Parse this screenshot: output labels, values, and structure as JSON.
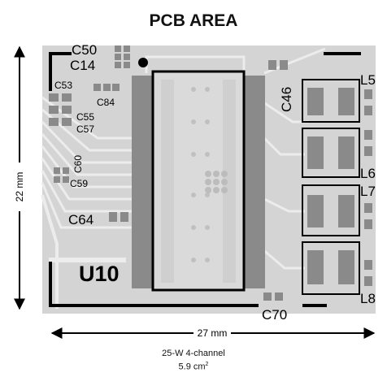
{
  "title": "PCB AREA",
  "height_dimension": "22 mm",
  "width_dimension": "27 mm",
  "caption": {
    "line1": "25-W 4-channel",
    "line2_value": "5.9 cm",
    "line2_exponent": "2"
  },
  "components": {
    "c50": "C50",
    "c14": "C14",
    "c53": "C53",
    "c84": "C84",
    "c55": "C55",
    "c57": "C57",
    "c60": "C60",
    "c59": "C59",
    "c46": "C46",
    "c64": "C64",
    "u10": "U10",
    "c70": "C70",
    "l5": "L5",
    "l6": "L6",
    "l7": "L7",
    "l8": "L8"
  },
  "colors": {
    "board": "#d4d4d4",
    "trace": "#ebebeb",
    "pad": "#8a8a8a",
    "silkscreen": "#000000"
  }
}
